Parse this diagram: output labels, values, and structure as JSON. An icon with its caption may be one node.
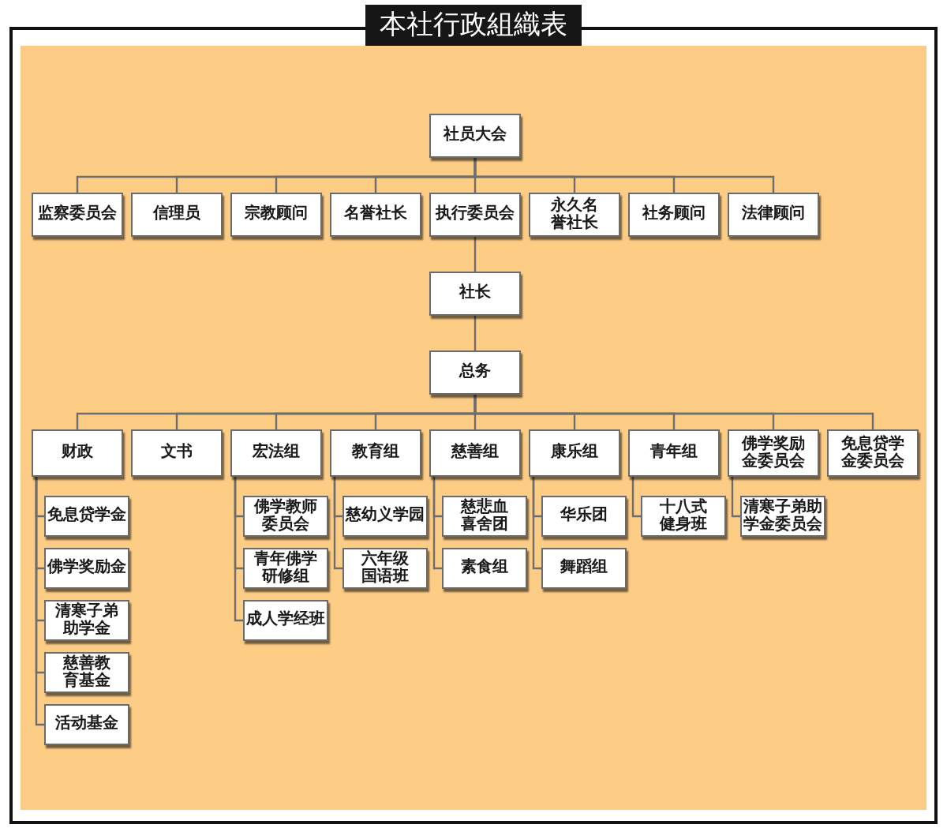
{
  "diagram": {
    "title": "本社行政組織表",
    "nodes": [
      {
        "text": [
          "社员大会"
        ]
      },
      {
        "text": [
          "监察委员会"
        ]
      },
      {
        "text": [
          "信理员"
        ]
      },
      {
        "text": [
          "宗教顾问"
        ]
      },
      {
        "text": [
          "名誉社长"
        ]
      },
      {
        "text": [
          "执行委员会"
        ]
      },
      {
        "text": [
          "永久名誉社长"
        ]
      },
      {
        "text": [
          "社务顾问"
        ]
      },
      {
        "text": [
          "法律顾问"
        ]
      },
      {
        "text": [
          "社长"
        ]
      },
      {
        "text": [
          "总务"
        ]
      },
      {
        "text": [
          "财政"
        ]
      },
      {
        "text": [
          "文书"
        ]
      },
      {
        "text": [
          "宏法组"
        ]
      },
      {
        "text": [
          "教育组"
        ]
      },
      {
        "text": [
          "慈善组"
        ]
      },
      {
        "text": [
          "康乐组"
        ]
      },
      {
        "text": [
          "青年组"
        ]
      },
      {
        "text": [
          "佛学奖励金委员会"
        ]
      },
      {
        "text": [
          "免息贷学金委员会"
        ]
      },
      {
        "text": [
          "免息贷学金"
        ]
      },
      {
        "text": [
          "佛学奖励金"
        ]
      },
      {
        "text": [
          "清寒子弟助学金"
        ]
      },
      {
        "text": [
          "慈善教育基金"
        ]
      },
      {
        "text": [
          "活动基金"
        ]
      },
      {
        "text": [
          "佛学教师委员会"
        ]
      },
      {
        "text": [
          "青年佛学研修组"
        ]
      },
      {
        "text": [
          "成人学经班"
        ]
      },
      {
        "text": [
          "慈幼义学园"
        ]
      },
      {
        "text": [
          "六年级国语班"
        ]
      },
      {
        "text": [
          "慈悲血喜舍团"
        ]
      },
      {
        "text": [
          "素食组"
        ]
      },
      {
        "text": [
          "华乐团"
        ]
      },
      {
        "text": [
          "舞蹈组"
        ]
      },
      {
        "text": [
          "十八式健身班"
        ]
      },
      {
        "text": [
          "清寒子弟助学金委员会"
        ]
      }
    ],
    "edges": [
      {
        "from": 0,
        "to": 1,
        "arrow": "none"
      },
      {
        "from": 0,
        "to": 2,
        "arrow": "none"
      },
      {
        "from": 0,
        "to": 3,
        "arrow": "none"
      },
      {
        "from": 0,
        "to": 4,
        "arrow": "none"
      },
      {
        "from": 0,
        "to": 5,
        "arrow": "none"
      },
      {
        "from": 0,
        "to": 6,
        "arrow": "none"
      },
      {
        "from": 0,
        "to": 7,
        "arrow": "none"
      },
      {
        "from": 0,
        "to": 8,
        "arrow": "none"
      },
      {
        "from": 5,
        "to": 9,
        "arrow": "none"
      },
      {
        "from": 9,
        "to": 10,
        "arrow": "none"
      },
      {
        "from": 10,
        "to": 11,
        "arrow": "none"
      },
      {
        "from": 10,
        "to": 12,
        "arrow": "none"
      },
      {
        "from": 10,
        "to": 13,
        "arrow": "none"
      },
      {
        "from": 10,
        "to": 14,
        "arrow": "none"
      },
      {
        "from": 10,
        "to": 15,
        "arrow": "none"
      },
      {
        "from": 10,
        "to": 16,
        "arrow": "none"
      },
      {
        "from": 10,
        "to": 17,
        "arrow": "none"
      },
      {
        "from": 10,
        "to": 18,
        "arrow": "none"
      },
      {
        "from": 10,
        "to": 19,
        "arrow": "none"
      },
      {
        "from": 11,
        "to": 20,
        "arrow": "none"
      },
      {
        "from": 11,
        "to": 21,
        "arrow": "none"
      },
      {
        "from": 11,
        "to": 22,
        "arrow": "none"
      },
      {
        "from": 11,
        "to": 23,
        "arrow": "none"
      },
      {
        "from": 11,
        "to": 24,
        "arrow": "none"
      },
      {
        "from": 13,
        "to": 25,
        "arrow": "none"
      },
      {
        "from": 13,
        "to": 26,
        "arrow": "none"
      },
      {
        "from": 13,
        "to": 27,
        "arrow": "none"
      },
      {
        "from": 14,
        "to": 28,
        "arrow": "none"
      },
      {
        "from": 14,
        "to": 29,
        "arrow": "none"
      },
      {
        "from": 15,
        "to": 30,
        "arrow": "none"
      },
      {
        "from": 15,
        "to": 31,
        "arrow": "none"
      },
      {
        "from": 16,
        "to": 32,
        "arrow": "none"
      },
      {
        "from": 16,
        "to": 33,
        "arrow": "none"
      },
      {
        "from": 17,
        "to": 34,
        "arrow": "none"
      },
      {
        "from": 18,
        "to": 35,
        "arrow": "none"
      }
    ]
  }
}
